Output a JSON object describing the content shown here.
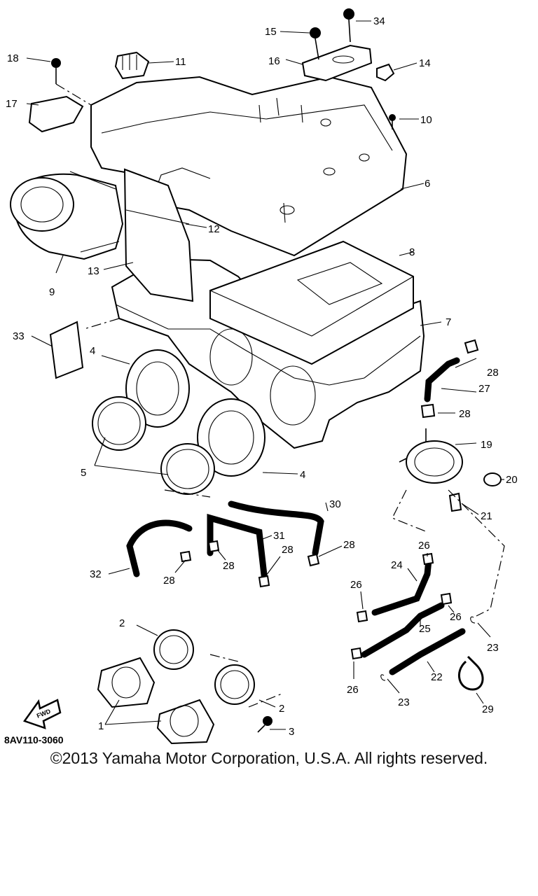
{
  "diagram_code": "8AV110-3060",
  "fwd_label": "FWD",
  "copyright": "©2013 Yamaha Motor Corporation, U.S.A. All rights reserved.",
  "callouts": [
    "1",
    "2",
    "2",
    "3",
    "4",
    "4",
    "5",
    "6",
    "7",
    "8",
    "9",
    "10",
    "11",
    "12",
    "13",
    "14",
    "15",
    "16",
    "17",
    "18",
    "19",
    "20",
    "21",
    "22",
    "23",
    "23",
    "24",
    "25",
    "26",
    "26",
    "26",
    "26",
    "27",
    "28",
    "28",
    "28",
    "28",
    "28",
    "28",
    "29",
    "30",
    "31",
    "32",
    "33",
    "34"
  ]
}
